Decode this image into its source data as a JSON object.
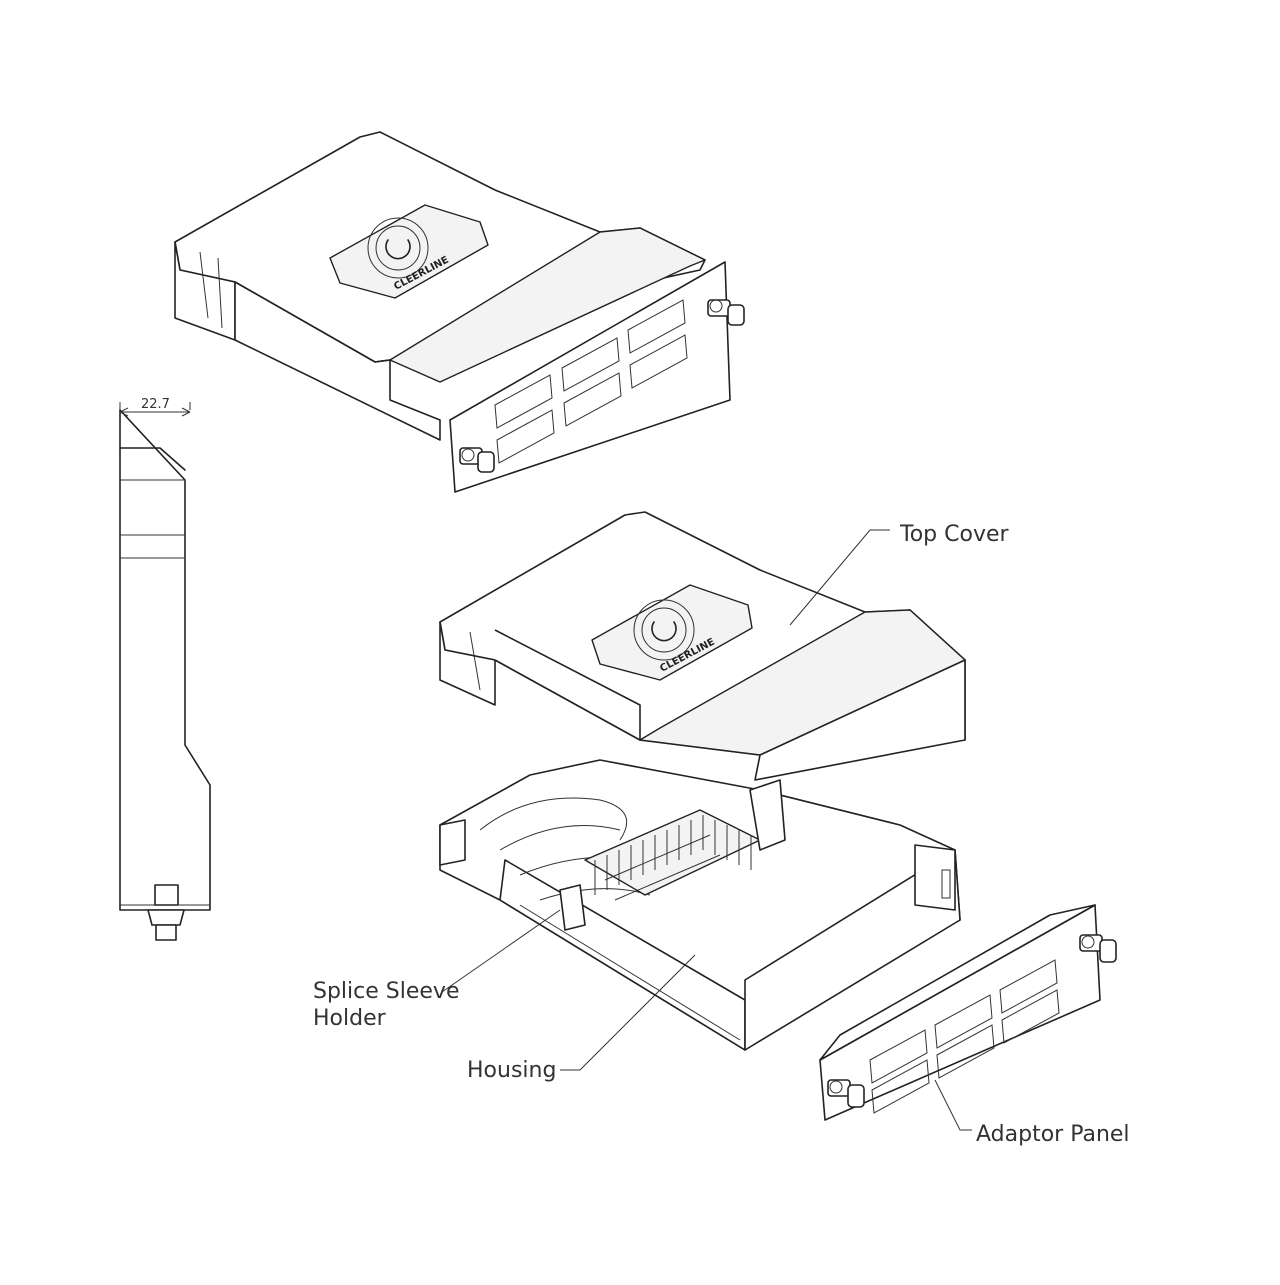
{
  "labels": {
    "top_cover": "Top Cover",
    "splice_line1": "Splice Sleeve",
    "splice_line2": "Holder",
    "housing": "Housing",
    "adaptor_panel": "Adaptor Panel"
  },
  "dimension": "22.7",
  "brand": {
    "name": "CLEERLINE"
  }
}
